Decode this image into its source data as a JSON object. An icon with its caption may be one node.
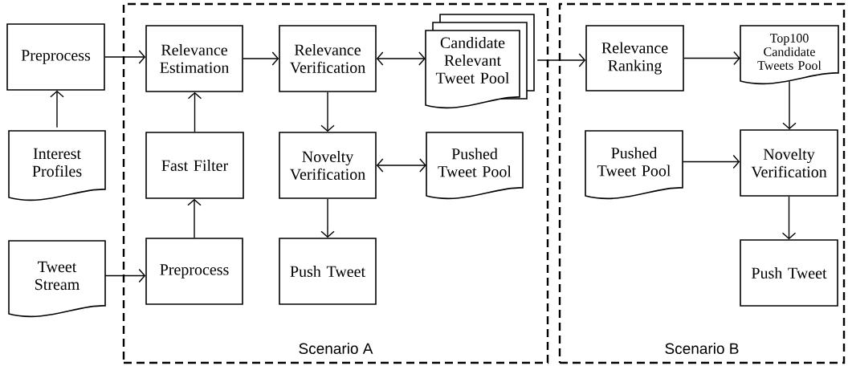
{
  "diagram": {
    "nodes": [
      {
        "text": [
          "Preprocess"
        ]
      },
      {
        "text": [
          "Interest Profiles"
        ]
      },
      {
        "text": [
          "Tweet Stream"
        ]
      },
      {
        "text": [
          "Scenario A"
        ]
      },
      {
        "text": [
          "Relevance Estimation"
        ],
        "in": 3
      },
      {
        "text": [
          "Relevance Verification"
        ],
        "in": 3
      },
      {
        "text": [
          "Candidate Relevant Tweet Pool"
        ],
        "in": 3
      },
      {
        "text": [
          "Fast Filter"
        ],
        "in": 3
      },
      {
        "text": [
          "Novelty Verification"
        ],
        "in": 3
      },
      {
        "text": [
          "Pushed Tweet Pool"
        ],
        "in": 3
      },
      {
        "text": [
          "Preprocess"
        ],
        "in": 3
      },
      {
        "text": [
          "Push Tweet"
        ],
        "in": 3
      },
      {
        "text": [
          "Scenario B"
        ]
      },
      {
        "text": [
          "Relevance Ranking"
        ],
        "in": 12
      },
      {
        "text": [
          "Top100 Candidate Tweets Pool"
        ],
        "in": 12
      },
      {
        "text": [
          "Pushed Tweet Pool"
        ],
        "in": 12
      },
      {
        "text": [
          "Novelty Verification"
        ],
        "in": 12
      },
      {
        "text": [
          "Push Tweet"
        ],
        "in": 12
      }
    ],
    "edges": [
      {
        "from": 0,
        "to": 4,
        "arrow": "to"
      },
      {
        "from": 1,
        "to": 0,
        "arrow": "to"
      },
      {
        "from": 2,
        "to": 10,
        "arrow": "to"
      },
      {
        "from": 10,
        "to": 7,
        "arrow": "to"
      },
      {
        "from": 7,
        "to": 4,
        "arrow": "to"
      },
      {
        "from": 4,
        "to": 5,
        "arrow": "to"
      },
      {
        "from": 5,
        "to": 6,
        "arrow": "both"
      },
      {
        "from": 5,
        "to": 8,
        "arrow": "to"
      },
      {
        "from": 8,
        "to": 9,
        "arrow": "both"
      },
      {
        "from": 8,
        "to": 11,
        "arrow": "to"
      },
      {
        "from": 6,
        "to": 13,
        "arrow": "to"
      },
      {
        "from": 13,
        "to": 14,
        "arrow": "to"
      },
      {
        "from": 14,
        "to": 16,
        "arrow": "to"
      },
      {
        "from": 15,
        "to": 16,
        "arrow": "to"
      },
      {
        "from": 16,
        "to": 17,
        "arrow": "to"
      }
    ]
  }
}
